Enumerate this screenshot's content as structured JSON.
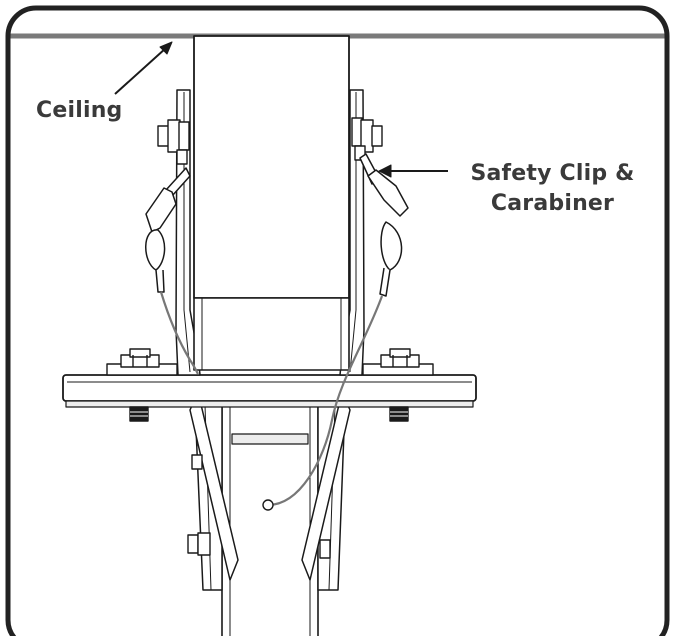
{
  "labels": {
    "ceiling": "Ceiling",
    "clip_line1": "Safety Clip &",
    "clip_line2": "Carabiner"
  },
  "colors": {
    "frame_border": "#222222",
    "ceiling_line": "#7a7a7a",
    "part_stroke": "#1a1a1a",
    "part_fill": "#ffffff",
    "part_shade": "#ededed",
    "cable": "#777777",
    "label_text": "#3a3a3a"
  },
  "icons": {
    "ceiling_pointer": "arrow-up-right-icon",
    "clip_pointer": "arrow-left-icon"
  }
}
